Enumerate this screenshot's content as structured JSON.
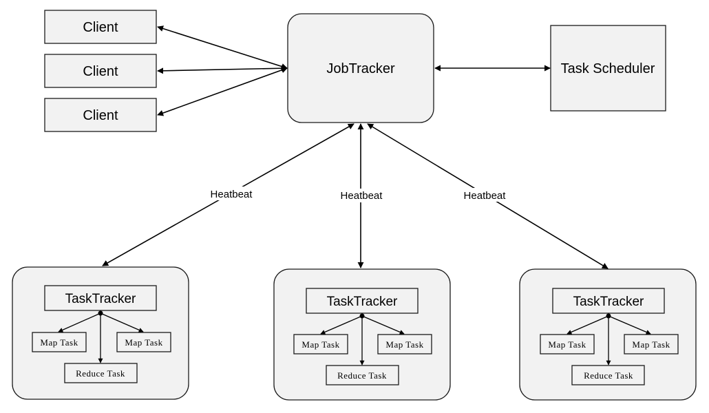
{
  "clients": [
    "Client",
    "Client",
    "Client"
  ],
  "jobtracker": {
    "label": "JobTracker"
  },
  "scheduler": {
    "label": "Task Scheduler"
  },
  "heartbeat_label": "Heatbeat",
  "tasktrackers": [
    {
      "label": "TaskTracker",
      "map_task": "Map Task",
      "reduce_task": "Reduce Task"
    },
    {
      "label": "TaskTracker",
      "map_task": "Map Task",
      "reduce_task": "Reduce Task"
    },
    {
      "label": "TaskTracker",
      "map_task": "Map Task",
      "reduce_task": "Reduce Task"
    }
  ]
}
